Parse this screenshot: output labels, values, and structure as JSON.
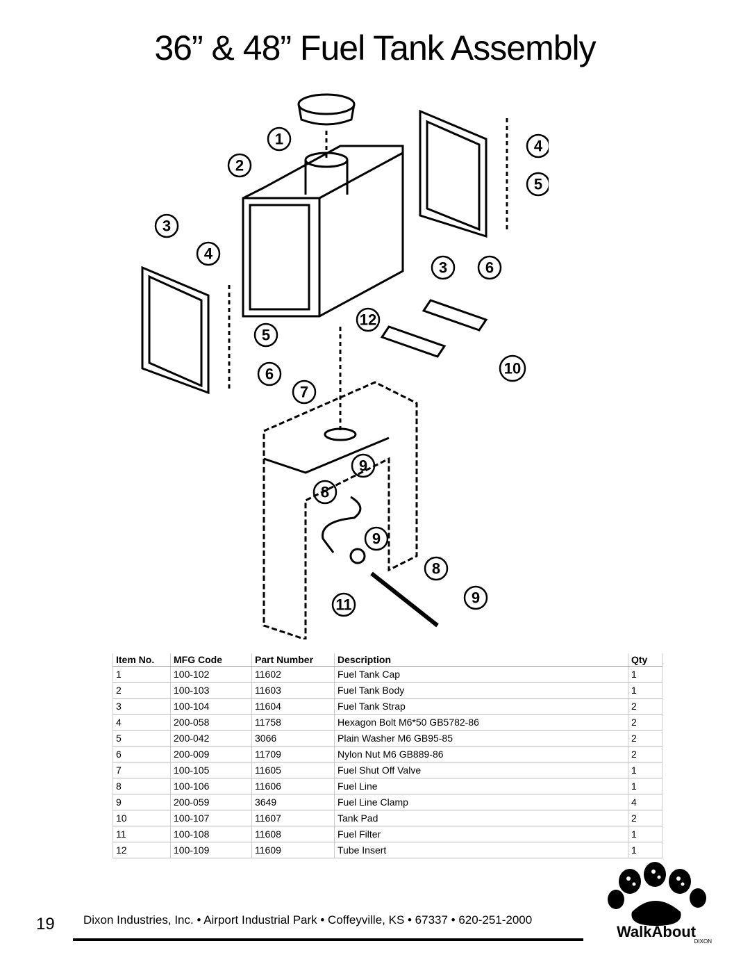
{
  "title": "36” & 48” Fuel Tank Assembly",
  "callouts": [
    "1",
    "2",
    "3",
    "4",
    "5",
    "3",
    "6",
    "4",
    "5",
    "6",
    "12",
    "7",
    "10",
    "9",
    "8",
    "9",
    "8",
    "11",
    "9"
  ],
  "table": {
    "headers": [
      "Item No.",
      "MFG Code",
      "Part Number",
      "Description",
      "Qty"
    ],
    "rows": [
      [
        "1",
        "100-102",
        "11602",
        "Fuel Tank Cap",
        "1"
      ],
      [
        "2",
        "100-103",
        "11603",
        "Fuel Tank Body",
        "1"
      ],
      [
        "3",
        "100-104",
        "11604",
        "Fuel Tank Strap",
        "2"
      ],
      [
        "4",
        "200-058",
        "11758",
        "Hexagon Bolt M6*50 GB5782-86",
        "2"
      ],
      [
        "5",
        "200-042",
        "3066",
        "Plain Washer M6 GB95-85",
        "2"
      ],
      [
        "6",
        "200-009",
        "11709",
        "Nylon Nut M6 GB889-86",
        "2"
      ],
      [
        "7",
        "100-105",
        "11605",
        "Fuel Shut Off Valve",
        "1"
      ],
      [
        "8",
        "100-106",
        "11606",
        "Fuel Line",
        "1"
      ],
      [
        "9",
        "200-059",
        "3649",
        "Fuel Line Clamp",
        "4"
      ],
      [
        "10",
        "100-107",
        "11607",
        "Tank Pad",
        "2"
      ],
      [
        "11",
        "100-108",
        "11608",
        "Fuel Filter",
        "1"
      ],
      [
        "12",
        "100-109",
        "11609",
        "Tube Insert",
        "1"
      ]
    ]
  },
  "footer": {
    "page_number": "19",
    "text": "Dixon Industries, Inc. • Airport Industrial Park • Coffeyville, KS • 67337 • 620-251-2000"
  },
  "logo": {
    "wordmark": "WalkAbout",
    "brand": "DIXON"
  }
}
